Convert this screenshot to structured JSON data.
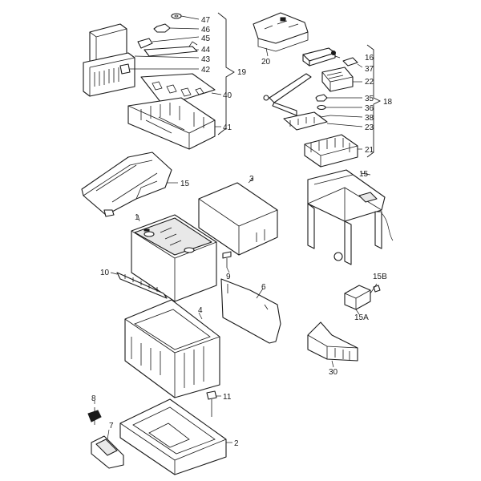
{
  "callouts": {
    "c47": "47",
    "c46": "46",
    "c45": "45",
    "c44": "44",
    "c43": "43",
    "c42": "42",
    "c19": "19",
    "c40": "40",
    "c41": "41",
    "c20": "20",
    "c16": "16",
    "c37": "37",
    "c22": "22",
    "c35": "35",
    "c36": "36",
    "c38": "38",
    "c23": "23",
    "c18": "18",
    "c21": "21",
    "c15a": "15",
    "c15b": "15",
    "c3": "3",
    "c1": "1",
    "c9": "9",
    "c10": "10",
    "c6": "6",
    "c15B": "15B",
    "c15A": "15A",
    "c4": "4",
    "c30": "30",
    "c8": "8",
    "c11": "11",
    "c7": "7",
    "c2": "2"
  }
}
